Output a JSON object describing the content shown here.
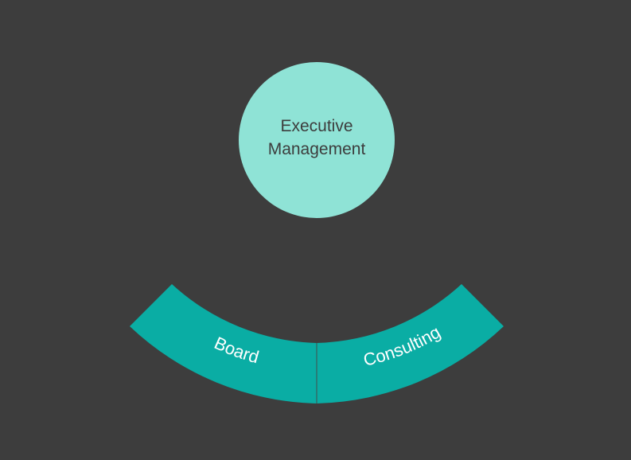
{
  "colors": {
    "background": "#3d3d3d",
    "center_node": "#8fe3d6",
    "arc_segment": "#0aada4",
    "center_text": "#3d3d3d",
    "arc_text": "#ffffff",
    "divider": "#2f6f6a"
  },
  "center_node": {
    "line1": "Executive",
    "line2": "Management"
  },
  "segments": [
    {
      "label": "Board"
    },
    {
      "label": "Consulting"
    }
  ]
}
